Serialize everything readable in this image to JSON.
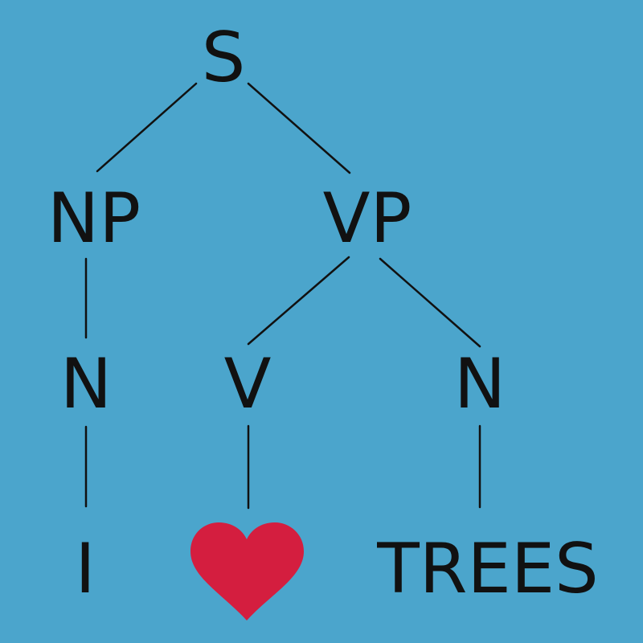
{
  "tree": {
    "nodes": {
      "s": "S",
      "np": "NP",
      "vp": "VP",
      "n1": "N",
      "v": "V",
      "n2": "N",
      "leaf_i": "I",
      "leaf_trees": "TREES"
    },
    "leaf_heart_icon": "heart-icon"
  },
  "colors": {
    "background": "#4ba5cc",
    "text": "#111111",
    "heart": "#d41e3f"
  }
}
